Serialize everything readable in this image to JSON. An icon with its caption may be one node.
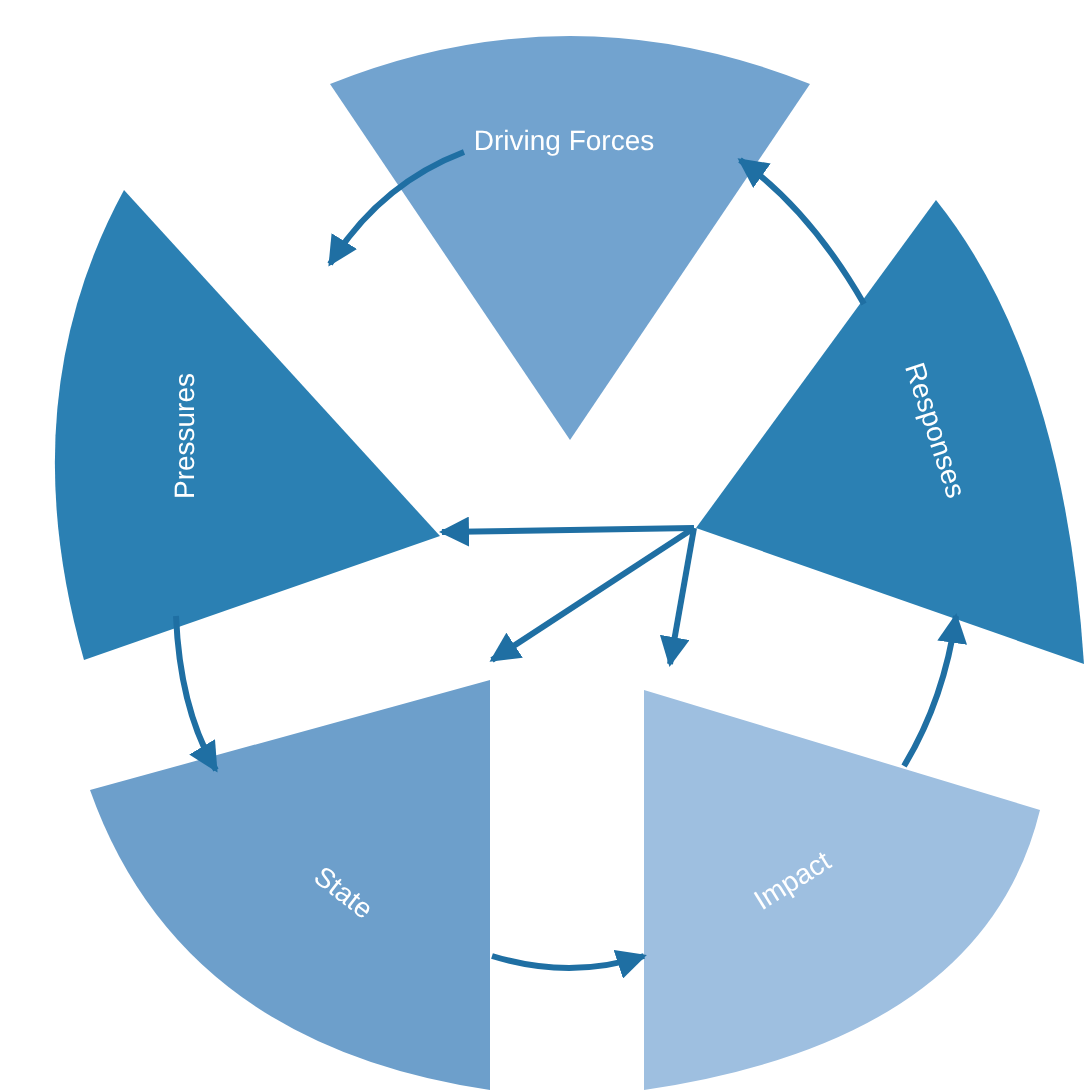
{
  "diagram": {
    "nodes": [
      {
        "text": [
          "Driving Forces"
        ]
      },
      {
        "text": [
          "Responses"
        ]
      },
      {
        "text": [
          "Pressures"
        ]
      },
      {
        "text": [
          "State"
        ]
      },
      {
        "text": [
          "Impact"
        ]
      }
    ],
    "edges": [
      {
        "from": 0,
        "to": 2,
        "arrow": "to"
      },
      {
        "from": 2,
        "to": 3,
        "arrow": "to"
      },
      {
        "from": 3,
        "to": 4,
        "arrow": "to"
      },
      {
        "from": 4,
        "to": 1,
        "arrow": "to"
      },
      {
        "from": 1,
        "to": 0,
        "arrow": "to"
      },
      {
        "from": 1,
        "to": 2,
        "arrow": "to"
      },
      {
        "from": 1,
        "to": 3,
        "arrow": "to"
      },
      {
        "from": 1,
        "to": 4,
        "arrow": "to"
      }
    ]
  }
}
